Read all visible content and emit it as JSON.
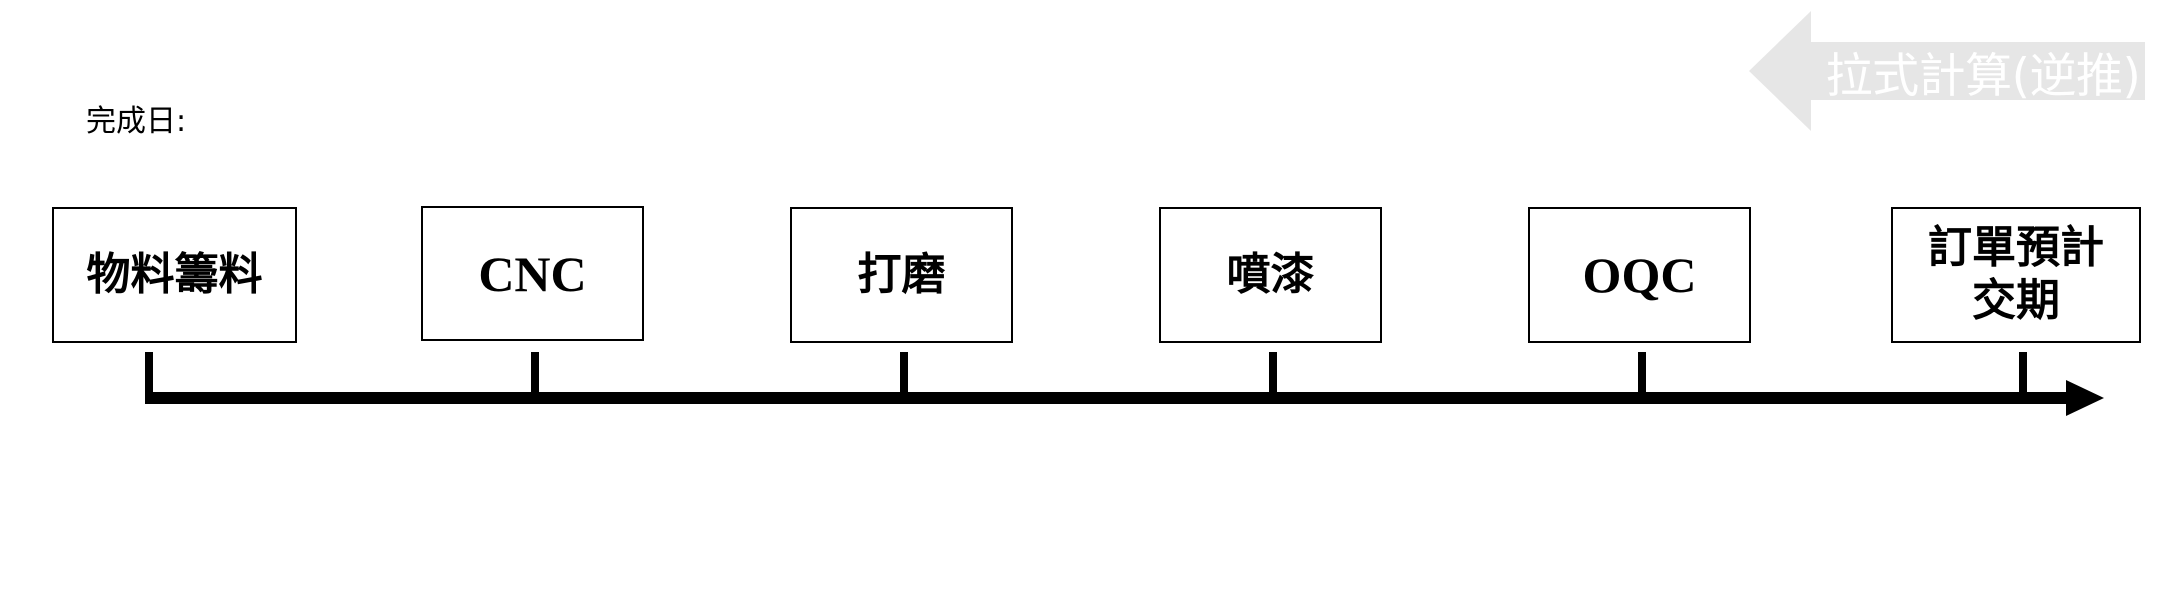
{
  "banner": {
    "label": "拉式計算(逆推)",
    "color": "#e6e6e6"
  },
  "completion": {
    "label": "完成日:"
  },
  "stages": [
    {
      "label": "物料籌料",
      "script": "cjk"
    },
    {
      "label": "CNC",
      "script": "latin"
    },
    {
      "label": "打磨",
      "script": "cjk"
    },
    {
      "label": "噴漆",
      "script": "cjk"
    },
    {
      "label": "OQC",
      "script": "latin"
    },
    {
      "label": "訂單預計\n交期",
      "script": "cjk"
    }
  ],
  "colors": {
    "line": "#000000",
    "box_border": "#000000",
    "banner_text": "#ffffff"
  }
}
